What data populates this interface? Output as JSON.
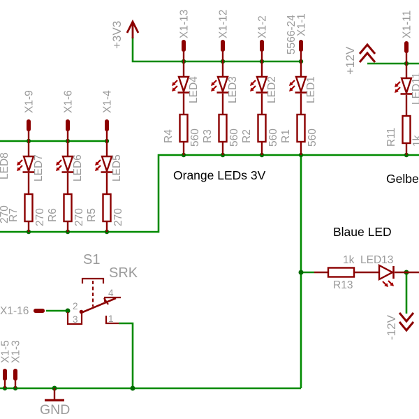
{
  "colors": {
    "wire": "#008a00",
    "junction": "#006b00",
    "component": "#8b0000",
    "arrow": "#a40000",
    "label": "#9b9b9b"
  },
  "power": {
    "p3v3": "+3V3",
    "p12v": "+12V",
    "n12v": "-12V",
    "gnd": "GND"
  },
  "sections": {
    "orange": "Orange LEDs 3V",
    "yellow": "Gelbe",
    "blue": "Blaue LED"
  },
  "connector_part": "5566-24",
  "orange_group": {
    "columns": [
      {
        "pin": "X1-13",
        "led": "LED4",
        "res": "R4",
        "val": "560"
      },
      {
        "pin": "X1-12",
        "led": "LED3",
        "res": "R3",
        "val": "560"
      },
      {
        "pin": "X1-2",
        "led": "LED2",
        "res": "R2",
        "val": "560"
      },
      {
        "pin": "X1-1",
        "led": "LED1",
        "res": "R1",
        "val": "560"
      }
    ]
  },
  "left_group": {
    "clipped_led": "LED8",
    "clipped_val": "270",
    "columns": [
      {
        "pin": "X1-9",
        "led": "LED7",
        "res": "R7",
        "val": "270"
      },
      {
        "pin": "X1-6",
        "led": "LED6",
        "res": "R6",
        "val": "270"
      },
      {
        "pin": "X1-4",
        "led": "LED5",
        "res": "R5",
        "val": "270"
      }
    ]
  },
  "yellow_group": {
    "pin": "X1-11",
    "led": "LED11",
    "res": "R11",
    "val": "1k"
  },
  "blue_group": {
    "res": "R13",
    "val": "1k",
    "led": "LED13"
  },
  "switch": {
    "name": "S1",
    "value": "SRK",
    "pin_label": "X1-16",
    "contacts": {
      "c1": "1",
      "c2": "2",
      "c3": "3",
      "c4": "4"
    }
  },
  "bottom_pins": {
    "p1": "X1-5",
    "p2": "X1-3"
  }
}
